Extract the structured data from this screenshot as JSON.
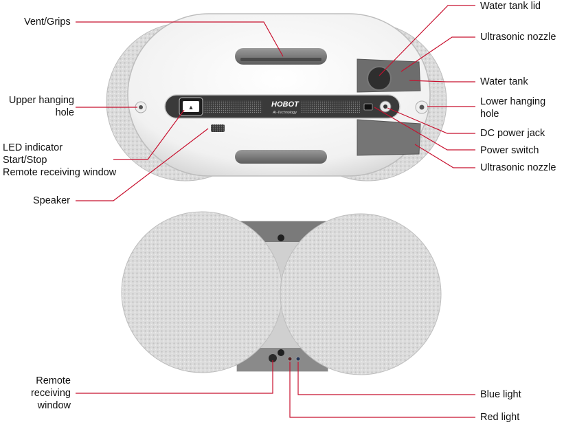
{
  "colors": {
    "leader": "#c8102e",
    "pad": "#d9d9d9",
    "body": "#f7f7f7",
    "panel": "#3a3a3a"
  },
  "brand": {
    "name": "HOBOT",
    "tagline": "AI-Technology"
  },
  "labels": {
    "vent_grips": "Vent/Grips",
    "upper_hanging_hole": "Upper hanging\nhole",
    "led_indicator": "LED indicator\nStart/Stop\nRemote receiving window",
    "speaker": "Speaker",
    "water_tank_lid": "Water tank lid",
    "ultrasonic_nozzle_top": "Ultrasonic nozzle",
    "water_tank": "Water tank",
    "lower_hanging_hole": "Lower hanging\nhole",
    "dc_power_jack": "DC power jack",
    "power_switch": "Power switch",
    "ultrasonic_nozzle_bottom": "Ultrasonic nozzle",
    "remote_receiving_window": "Remote\nreceiving\nwindow",
    "blue_light": "Blue light",
    "red_light": "Red light"
  }
}
